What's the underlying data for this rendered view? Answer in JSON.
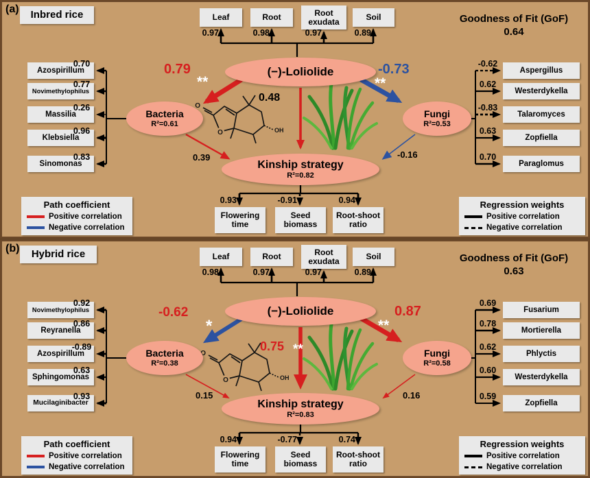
{
  "colors": {
    "positive": "#d61f1f",
    "negative": "#2c52a0",
    "arrow_black": "#000000",
    "panel_bg": "#c79d6c",
    "box_bg": "#e9e9e9",
    "ellipse_bg": "#f5a48d",
    "plant_green": "#3da42f"
  },
  "molecule": {
    "carbonyl_o": "O",
    "ring_o": "O",
    "hydroxyl": "OH"
  },
  "panels": [
    {
      "tag": "(a)",
      "title": "Inbred rice",
      "gof_title": "Goodness of Fit (GoF)",
      "gof_value": "0.64",
      "central": "(−)-Loliolide",
      "indicators": [
        {
          "label": "Leaf",
          "value": "0.97"
        },
        {
          "label": "Root",
          "value": "0.98"
        },
        {
          "label": "Root exudata",
          "value": "0.97"
        },
        {
          "label": "Soil",
          "value": "0.89"
        }
      ],
      "bacteria": {
        "label": "Bacteria",
        "r2": "R²=0.61"
      },
      "fungi": {
        "label": "Fungi",
        "r2": "R²=0.53"
      },
      "kinship": {
        "label": "Kinship strategy",
        "r2": "R²=0.82"
      },
      "left_taxa": [
        {
          "label": "Azospirillum",
          "value": "0.70"
        },
        {
          "label": "Novimethylophilus",
          "value": "0.77"
        },
        {
          "label": "Massilia",
          "value": "0.26"
        },
        {
          "label": "Klebsiella",
          "value": "0.96"
        },
        {
          "label": "Sinomonas",
          "value": "0.83"
        }
      ],
      "right_taxa": [
        {
          "label": "Aspergillus",
          "value": "-0.62"
        },
        {
          "label": "Westerdykella",
          "value": "0.62"
        },
        {
          "label": "Talaromyces",
          "value": "-0.83"
        },
        {
          "label": "Zopfiella",
          "value": "0.63"
        },
        {
          "label": "Paraglomus",
          "value": "0.70"
        }
      ],
      "outcomes": [
        {
          "label": "Flowering time",
          "value": "0.93"
        },
        {
          "label": "Seed biomass",
          "value": "-0.91"
        },
        {
          "label": "Root-shoot ratio",
          "value": "0.94"
        }
      ],
      "paths": {
        "to_bacteria": {
          "value": "0.79",
          "sig": "**"
        },
        "to_fungi": {
          "value": "-0.73",
          "sig": "**"
        },
        "to_kinship": {
          "value": "0.48",
          "sig": ""
        },
        "bacteria_to_kinship": "0.39",
        "fungi_to_kinship": "-0.16"
      },
      "legend_path": {
        "title": "Path coefficient",
        "positive": "Positive correlation",
        "negative": "Negative correlation"
      },
      "legend_reg": {
        "title": "Regression weights",
        "positive": "Positive correlation",
        "negative": "Negative correlation"
      }
    },
    {
      "tag": "(b)",
      "title": "Hybrid rice",
      "gof_title": "Goodness of Fit (GoF)",
      "gof_value": "0.63",
      "central": "(−)-Loliolide",
      "indicators": [
        {
          "label": "Leaf",
          "value": "0.98"
        },
        {
          "label": "Root",
          "value": "0.97"
        },
        {
          "label": "Root exudata",
          "value": "0.97"
        },
        {
          "label": "Soil",
          "value": "0.89"
        }
      ],
      "bacteria": {
        "label": "Bacteria",
        "r2": "R²=0.38"
      },
      "fungi": {
        "label": "Fungi",
        "r2": "R²=0.58"
      },
      "kinship": {
        "label": "Kinship strategy",
        "r2": "R²=0.83"
      },
      "left_taxa": [
        {
          "label": "Novimethylophilus",
          "value": "0.92"
        },
        {
          "label": "Reyranella",
          "value": "0.86"
        },
        {
          "label": "Azospirillum",
          "value": "-0.89"
        },
        {
          "label": "Sphingomonas",
          "value": "0.63"
        },
        {
          "label": "Mucilaginibacter",
          "value": "0.93"
        }
      ],
      "right_taxa": [
        {
          "label": "Fusarium",
          "value": "0.69"
        },
        {
          "label": "Mortierella",
          "value": "0.78"
        },
        {
          "label": "Phlyctis",
          "value": "0.62"
        },
        {
          "label": "Westerdykella",
          "value": "0.60"
        },
        {
          "label": "Zopfiella",
          "value": "0.59"
        }
      ],
      "outcomes": [
        {
          "label": "Flowering time",
          "value": "0.94"
        },
        {
          "label": "Seed biomass",
          "value": "-0.77"
        },
        {
          "label": "Root-shoot ratio",
          "value": "0.74"
        }
      ],
      "paths": {
        "to_bacteria": {
          "value": "-0.62",
          "sig": "*"
        },
        "to_fungi": {
          "value": "0.87",
          "sig": "**"
        },
        "to_kinship": {
          "value": "0.75",
          "sig": "**"
        },
        "bacteria_to_kinship": "0.15",
        "fungi_to_kinship": "0.16"
      },
      "legend_path": {
        "title": "Path coefficient",
        "positive": "Positive correlation",
        "negative": "Negative correlation"
      },
      "legend_reg": {
        "title": "Regression weights",
        "positive": "Positive correlation",
        "negative": "Negative correlation"
      }
    }
  ]
}
